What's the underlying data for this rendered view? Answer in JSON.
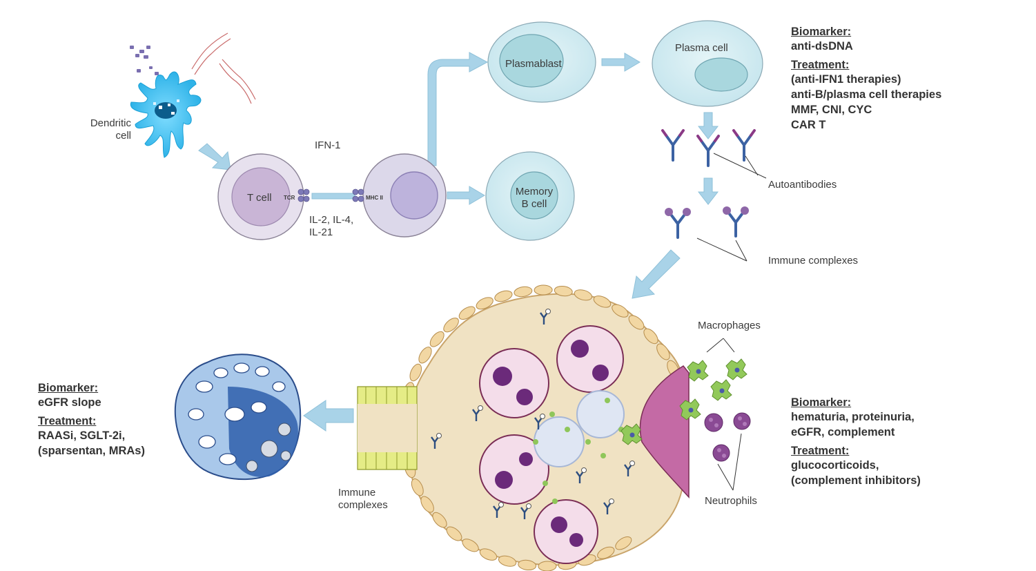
{
  "labels": {
    "dendritic_cell": [
      "Dendritic",
      "cell"
    ],
    "t_cell": "T cell",
    "tcr": "TCR",
    "mhc_ii": "MHC II",
    "ifn1": "IFN-1",
    "interleukins": [
      "IL-2, IL-4,",
      "IL-21"
    ],
    "plasmablast": "Plasmablast",
    "plasma_cell": "Plasma cell",
    "memory_b_cell": [
      "Memory",
      "B cell"
    ],
    "autoantibodies": "Autoantibodies",
    "immune_complexes_top": "Immune complexes",
    "immune_complexes_bottom": [
      "Immune",
      "complexes"
    ],
    "macrophages": "Macrophages",
    "neutrophils": "Neutrophils"
  },
  "panels": {
    "top_right": {
      "biomarker_heading": "Biomarker:",
      "biomarker_lines": [
        "anti-dsDNA"
      ],
      "treatment_heading": "Treatment:",
      "treatment_lines": [
        "(anti-IFN1 therapies)",
        "anti-B/plasma cell therapies",
        "MMF, CNI, CYC",
        "CAR T"
      ]
    },
    "bottom_left": {
      "biomarker_heading": "Biomarker:",
      "biomarker_lines": [
        "eGFR slope"
      ],
      "treatment_heading": "Treatment:",
      "treatment_lines": [
        "RAASi, SGLT-2i,",
        "(sparsentan, MRAs)"
      ]
    },
    "bottom_right": {
      "biomarker_heading": "Biomarker:",
      "biomarker_lines": [
        "hematuria, proteinuria,",
        "eGFR, complement"
      ],
      "treatment_heading": "Treatment:",
      "treatment_lines": [
        "glucocorticoids,",
        "(complement inhibitors)"
      ]
    }
  },
  "colors": {
    "arrow": "#a9d3e8",
    "cell_membrane": "#e2dcea",
    "t_cell_nucleus": "#c9b5d6",
    "b_cell_nucleus": "#bdb3dc",
    "plasma_cytoplasm": "#d9eef2",
    "plasma_nucleus": "#a9d7de",
    "dendritic": "#45c3ee",
    "antibody_blue": "#3c62a3",
    "antibody_purple": "#8b3a86",
    "glomerulus_bg": "#f0e2c3",
    "capsule_cell": "#f2d7a3",
    "capillary": "#f4ddea",
    "macrophage": "#92c95a",
    "neutrophil": "#8a4a94"
  }
}
